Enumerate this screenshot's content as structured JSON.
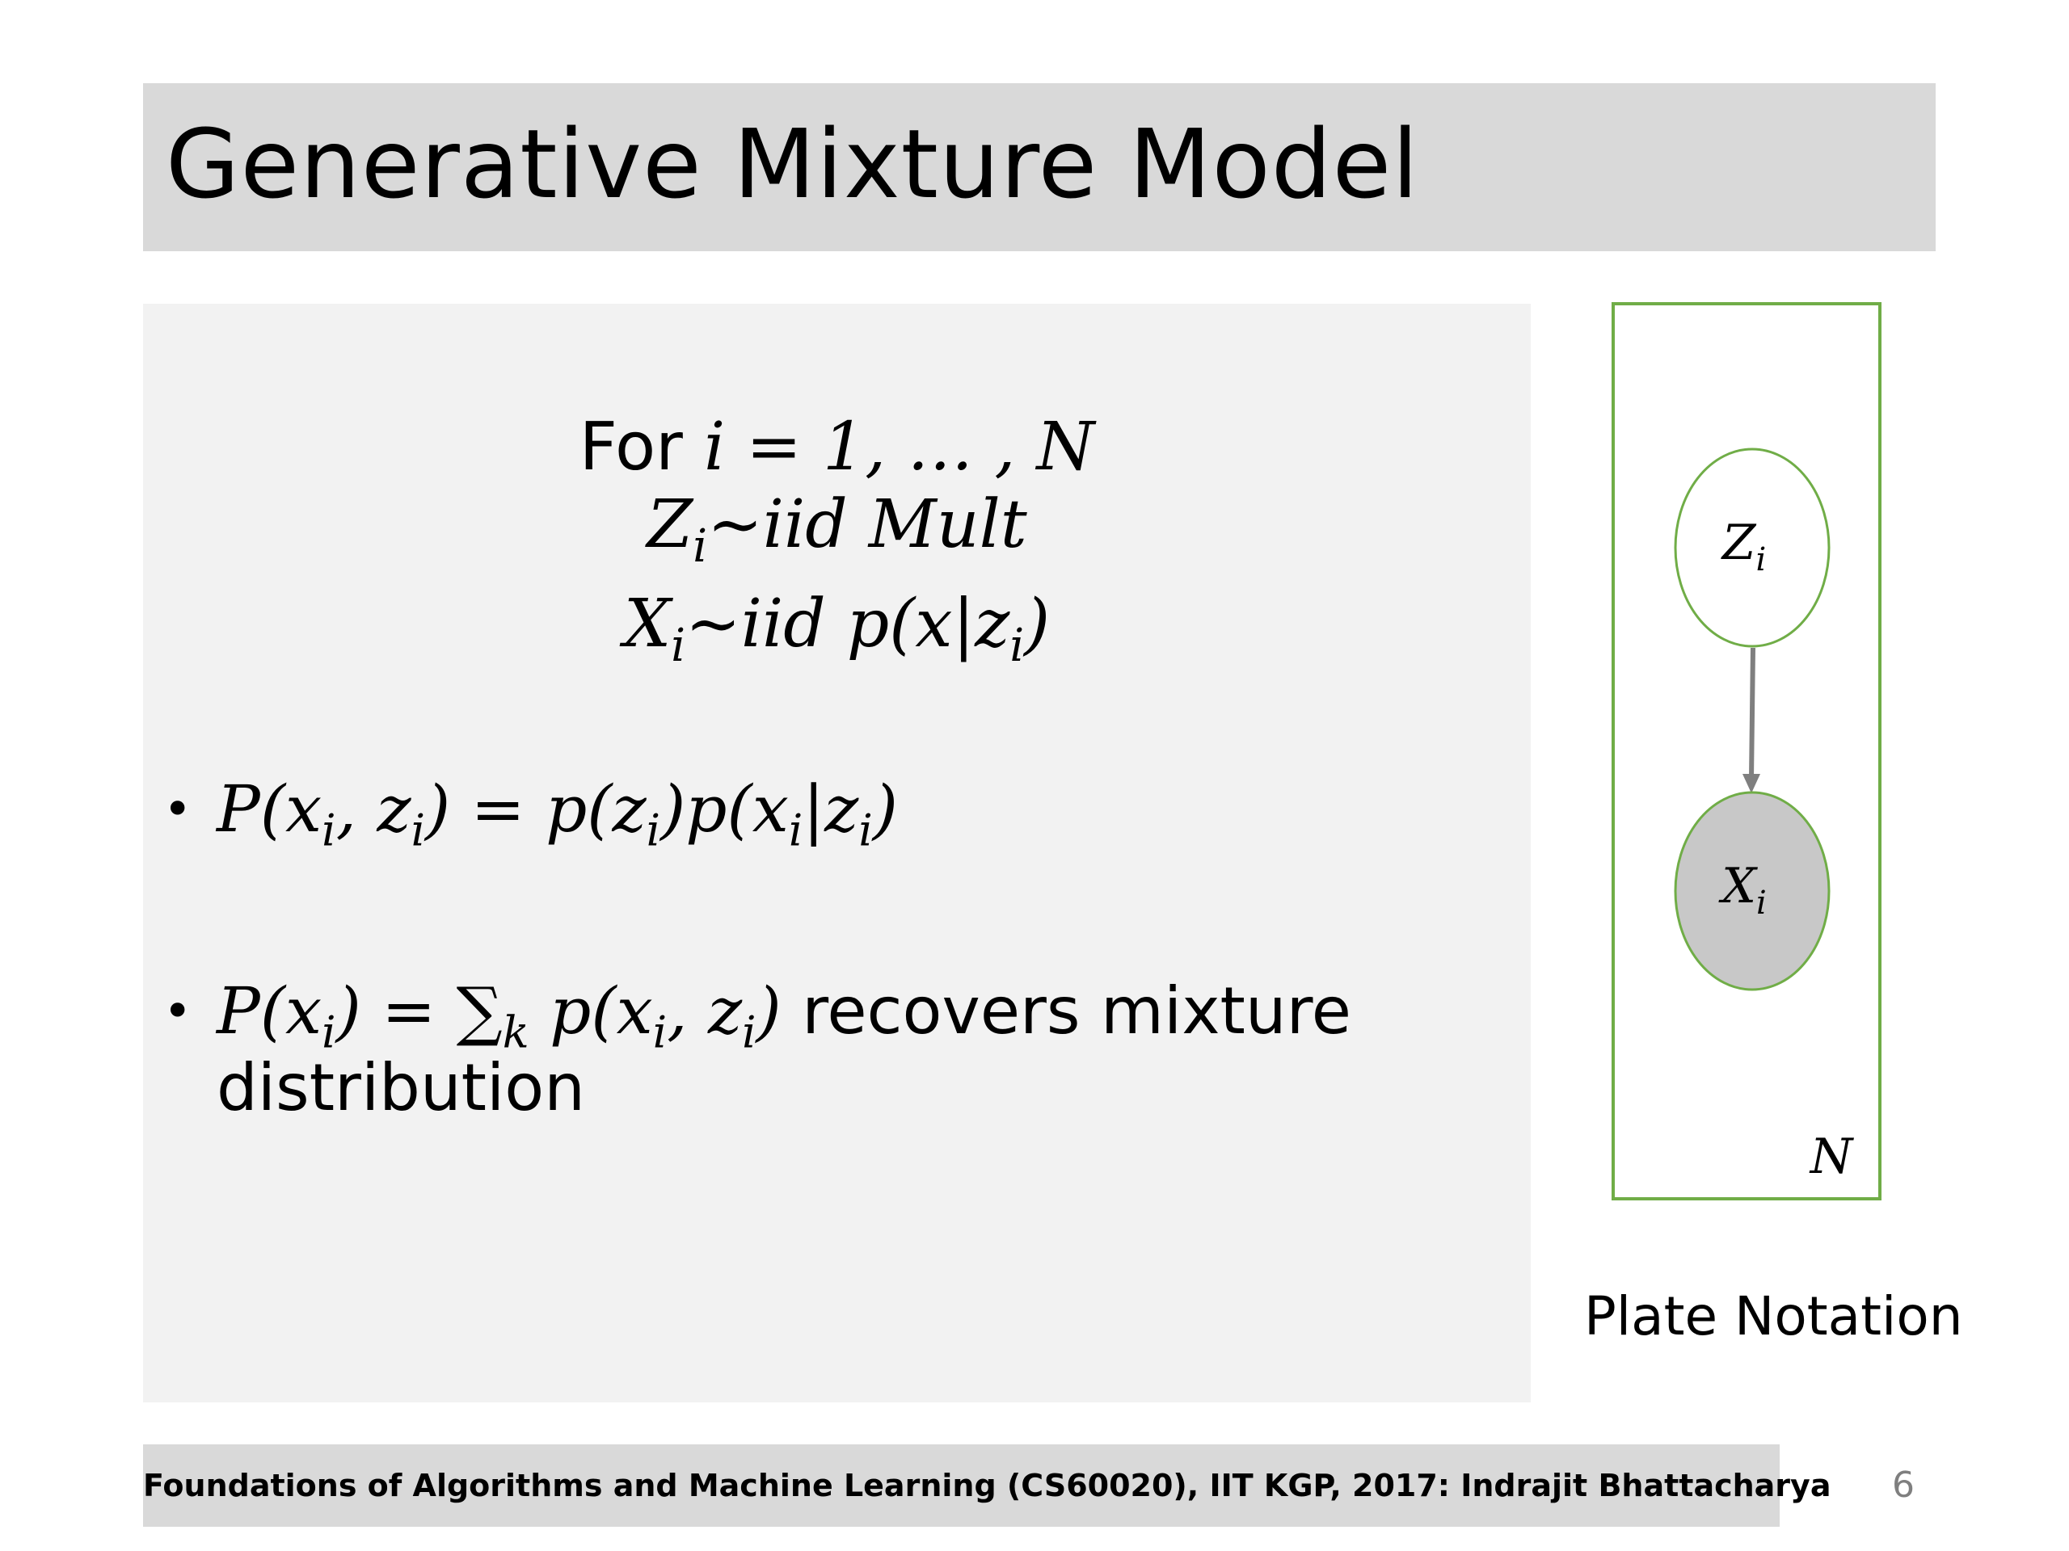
{
  "slide": {
    "title": "Generative Mixture Model",
    "model": {
      "for_word": "For ",
      "for_math": "i = 1, … , N",
      "z_var": "Z",
      "z_sub": "i",
      "z_rest": "~iid Mult",
      "x_var": "X",
      "x_sub": "i",
      "x_rest_a": "~iid p(x|z",
      "x_sub2": "i",
      "x_rest_b": ")"
    },
    "bullet1": {
      "a": "P(x",
      "s1": "i",
      "b": ", z",
      "s2": "i",
      "c": ") = p(z",
      "s3": "i",
      "d": ")p(x",
      "s4": "i",
      "e": "|z",
      "s5": "i",
      "f": ")"
    },
    "bullet2": {
      "a": "P(x",
      "s1": "i",
      "b": ") = ∑",
      "s2": "k",
      "c": " p(x",
      "s3": "i",
      "d": ", z",
      "s4": "i",
      "e": ")",
      "text_a": " recovers mixture",
      "text_b": "distribution"
    }
  },
  "plate": {
    "node_top_var": "Z",
    "node_top_sub": "i",
    "node_bottom_var": "X",
    "node_bottom_sub": "i",
    "plate_label": "N",
    "caption": "Plate Notation",
    "colors": {
      "plate_border": "#70ad47",
      "observed_fill": "#c8c8c8",
      "arrow": "#7f7f7f"
    }
  },
  "footer": {
    "text": "Foundations of Algorithms and Machine Learning (CS60020), IIT KGP, 2017: Indrajit Bhattacharya",
    "page_number": "6"
  }
}
